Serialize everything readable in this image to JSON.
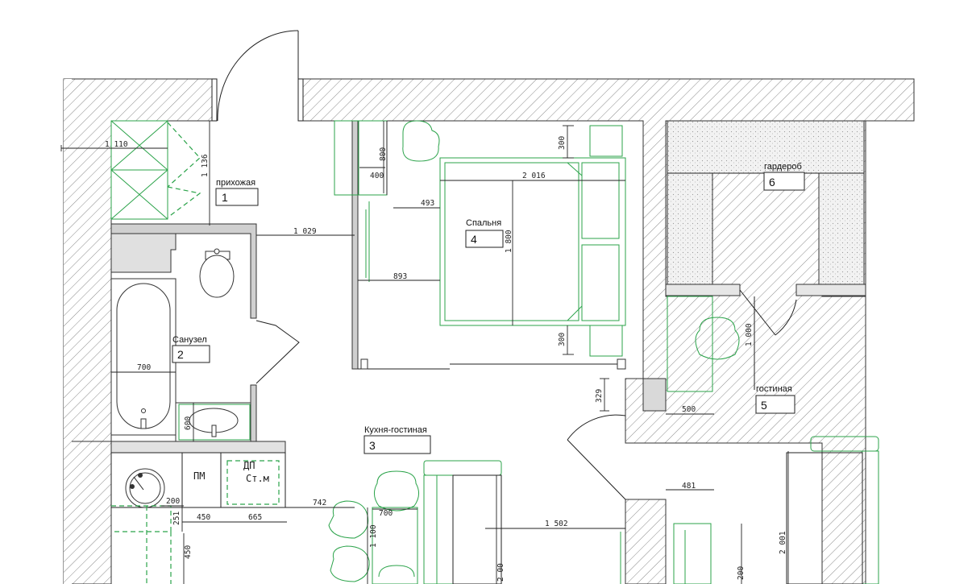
{
  "rooms": [
    {
      "name": "прихожая",
      "number": "1"
    },
    {
      "name": "Санузел",
      "number": "2"
    },
    {
      "name": "Кухня-гостиная",
      "number": "3"
    },
    {
      "name": "Спальня",
      "number": "4"
    },
    {
      "name": "гостиная",
      "number": "5"
    },
    {
      "name": "гардероб",
      "number": "6"
    }
  ],
  "dimensions": {
    "d1110": "1 110",
    "d1136": "1 136",
    "d800": "800",
    "d400": "400",
    "d300a": "300",
    "d2016": "2 016",
    "d493": "493",
    "d1029": "1 029",
    "d1800": "1 800",
    "d893": "893",
    "d300b": "300",
    "d1000": "1 000",
    "d700a": "700",
    "d329": "329",
    "d500": "500",
    "d600": "600",
    "d742": "742",
    "d700b": "700",
    "d200a": "200",
    "d251": "251",
    "d450a": "450",
    "d665": "665",
    "d1502": "1 502",
    "d481": "481",
    "d1100": "1 100",
    "d450b": "450",
    "d2001": "2 001",
    "d2000": "2 00",
    "d200b": "200"
  },
  "equipment": {
    "pm": "ПМ",
    "dp": "ДП",
    "stm": "Ст.м"
  }
}
